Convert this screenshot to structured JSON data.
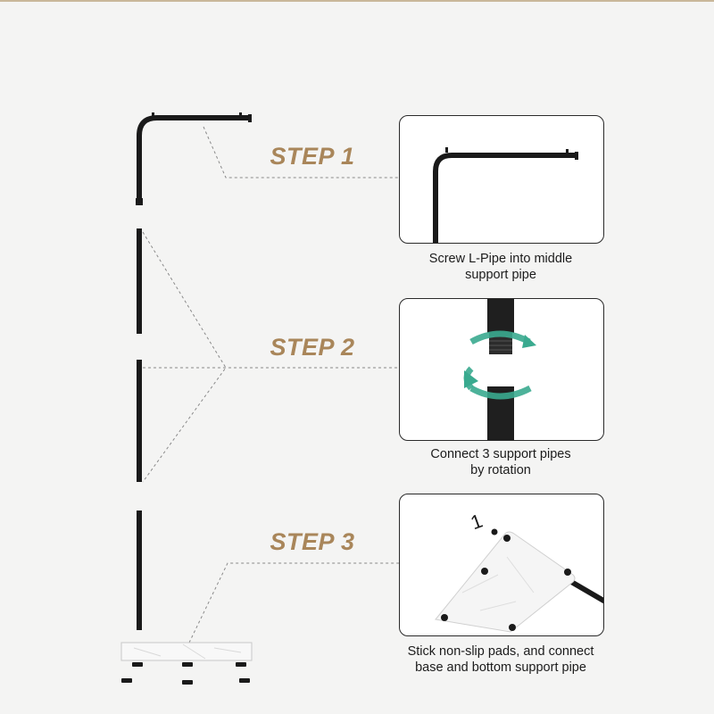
{
  "steps": [
    {
      "label": "STEP 1",
      "caption_line1": "Screw L-Pipe into middle",
      "caption_line2": "support pipe"
    },
    {
      "label": "STEP 2",
      "caption_line1": "Connect 3 support pipes",
      "caption_line2": "by rotation"
    },
    {
      "label": "STEP 3",
      "caption_line1": "Stick non-slip pads, and connect",
      "caption_line2": "base and bottom support pipe"
    }
  ],
  "detail_marker": "1",
  "colors": {
    "accent": "#a9865a",
    "pipe": "#1a1a1a",
    "arrow": "#3aaa8f",
    "background": "#f4f4f3"
  }
}
